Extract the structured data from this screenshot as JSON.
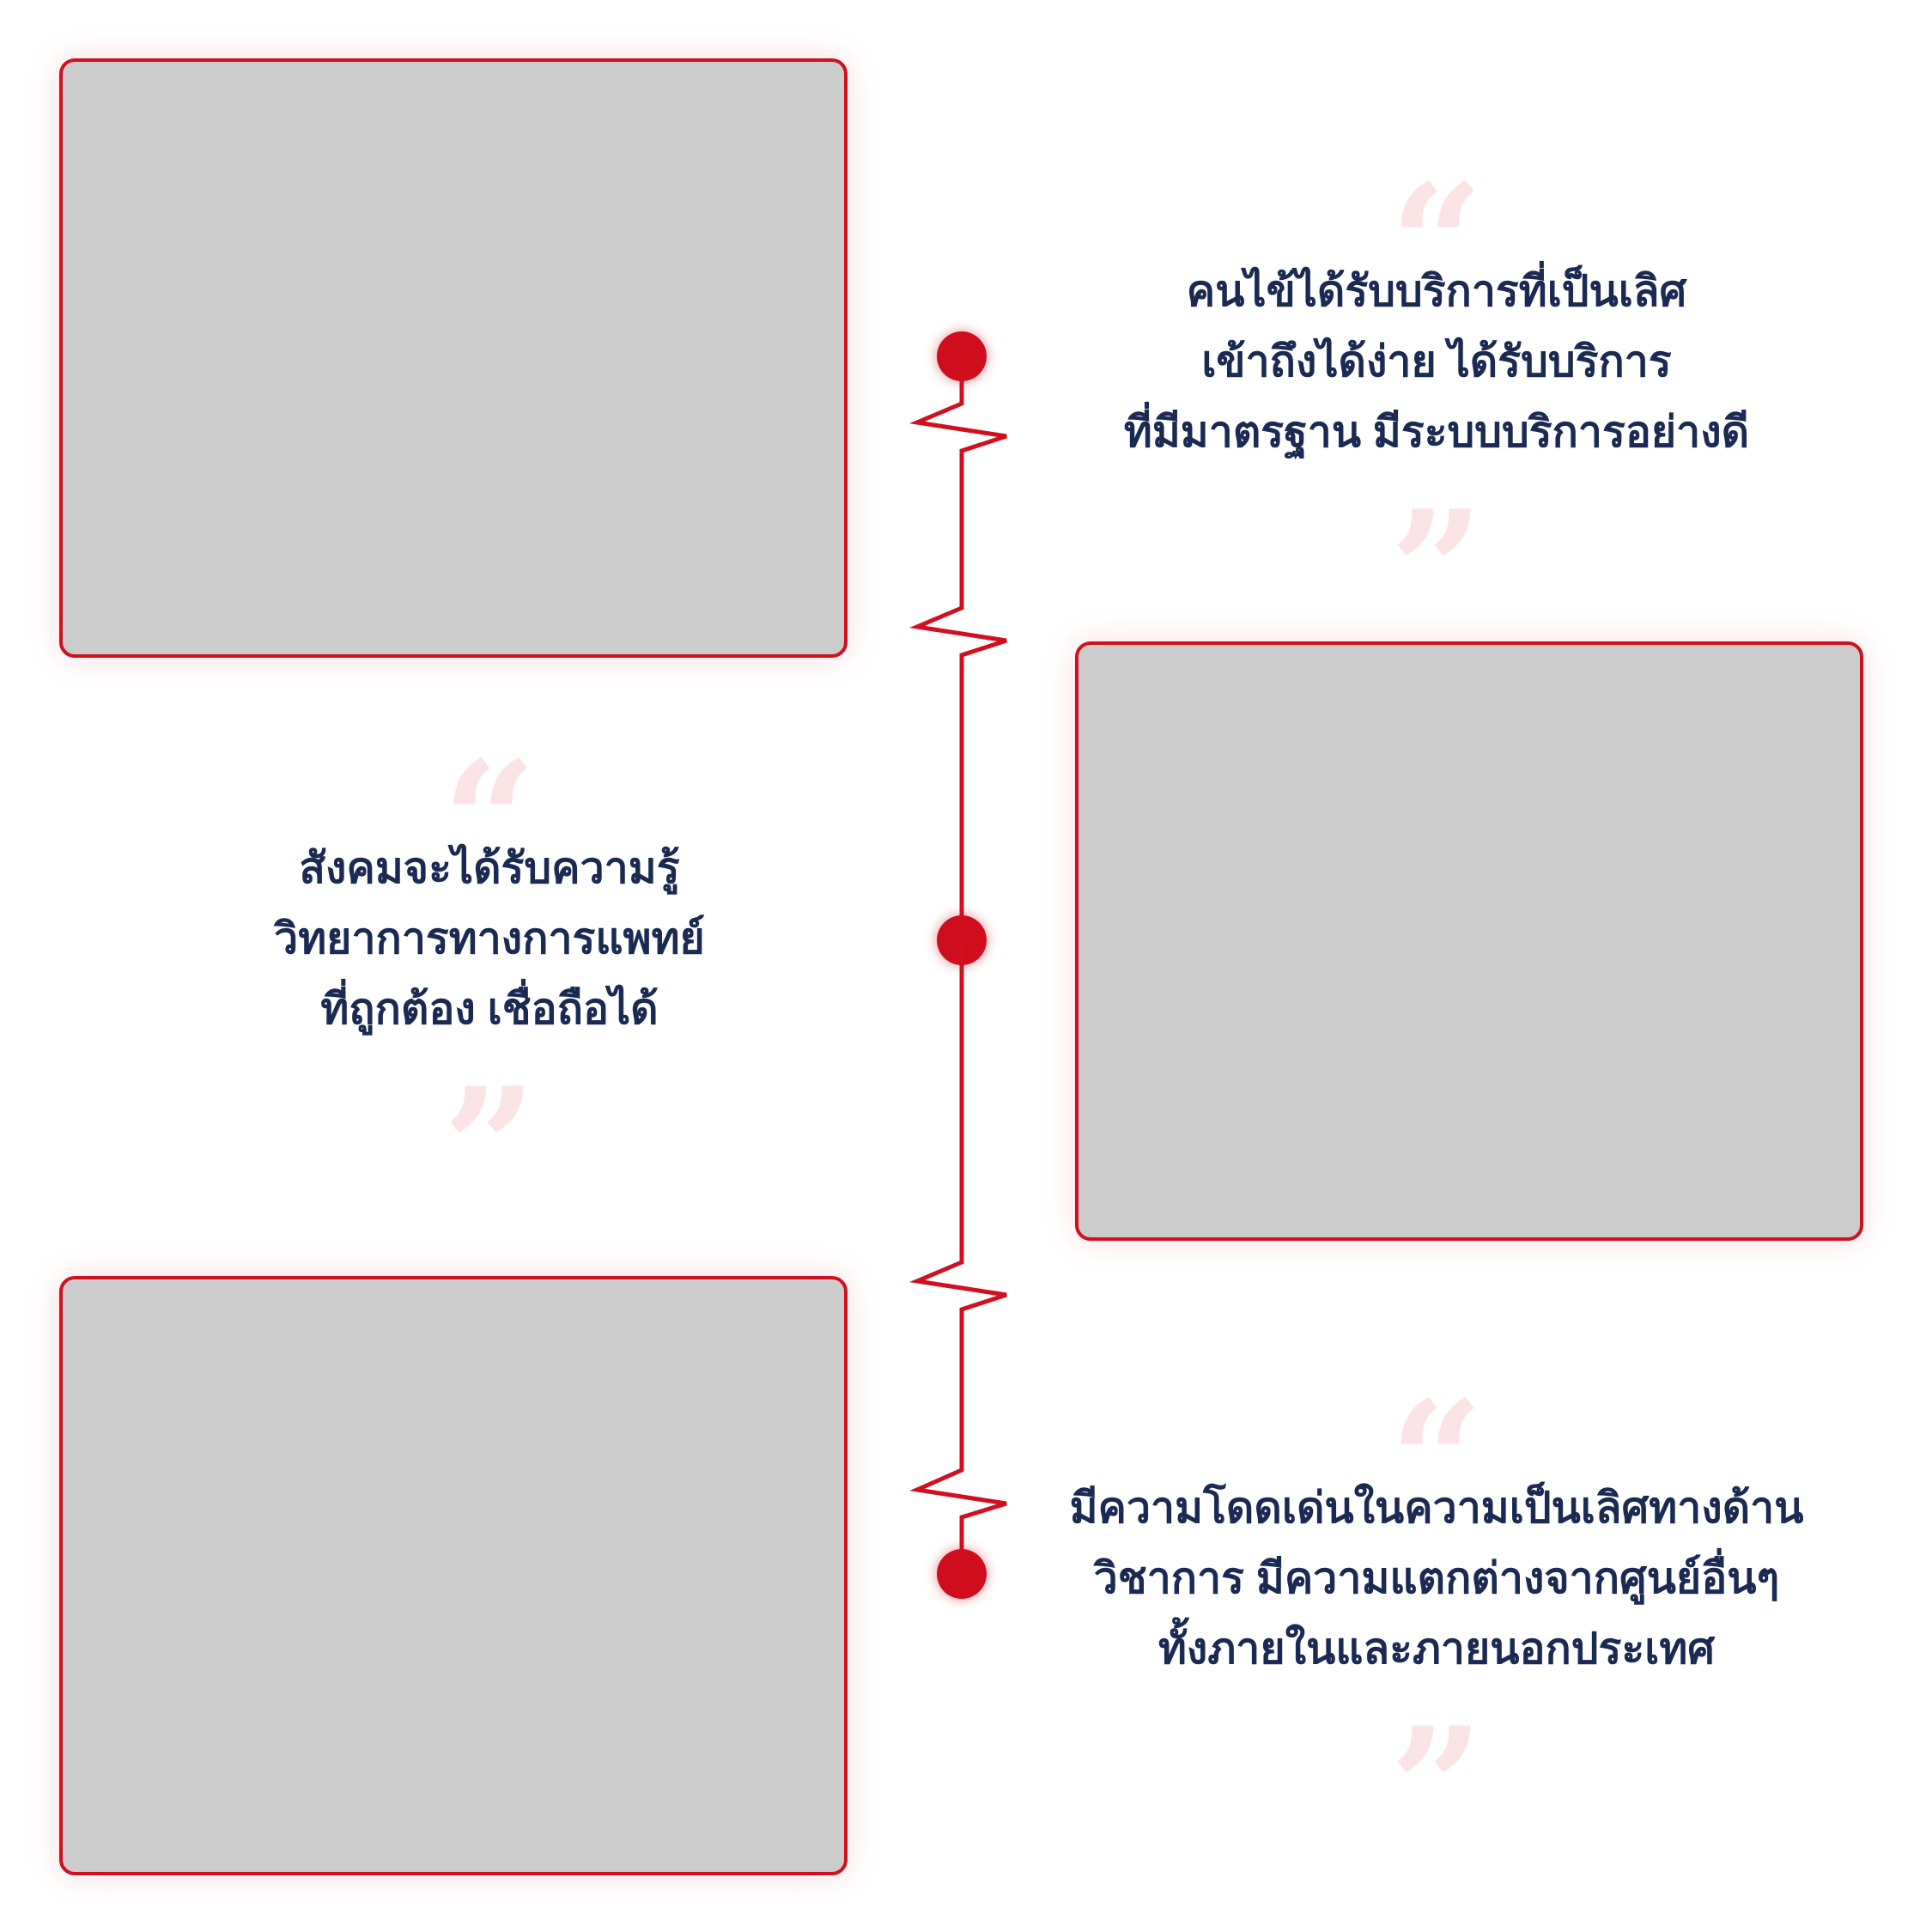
{
  "colors": {
    "accent": "#d0101f",
    "text": "#1b2a52",
    "quote_mark": "#fbe3e6",
    "photo_placeholder": "#cccccc"
  },
  "quote_marks": {
    "open": "“",
    "close": "”"
  },
  "quotes": [
    {
      "lines": [
        "คนไข้ได้รับบริการที่เป็นเลิศ",
        "เข้าถึงได้ง่าย ได้รับบริการ",
        "ที่มีมาตรฐาน มีระบบบริการอย่างดี"
      ]
    },
    {
      "lines": [
        "สังคมจะได้รับความรู้",
        "วิทยาการทางการแพทย์",
        "ที่ถูกต้อง เชื่อถือได้"
      ]
    },
    {
      "lines": [
        "มีความโดดเด่นในความเป็นเลิศทางด้าน",
        "วิชาการ มีความแตกต่างจากศูนย์อื่นๆ",
        "ทั้งภายในและภายนอกประเทศ"
      ]
    }
  ]
}
